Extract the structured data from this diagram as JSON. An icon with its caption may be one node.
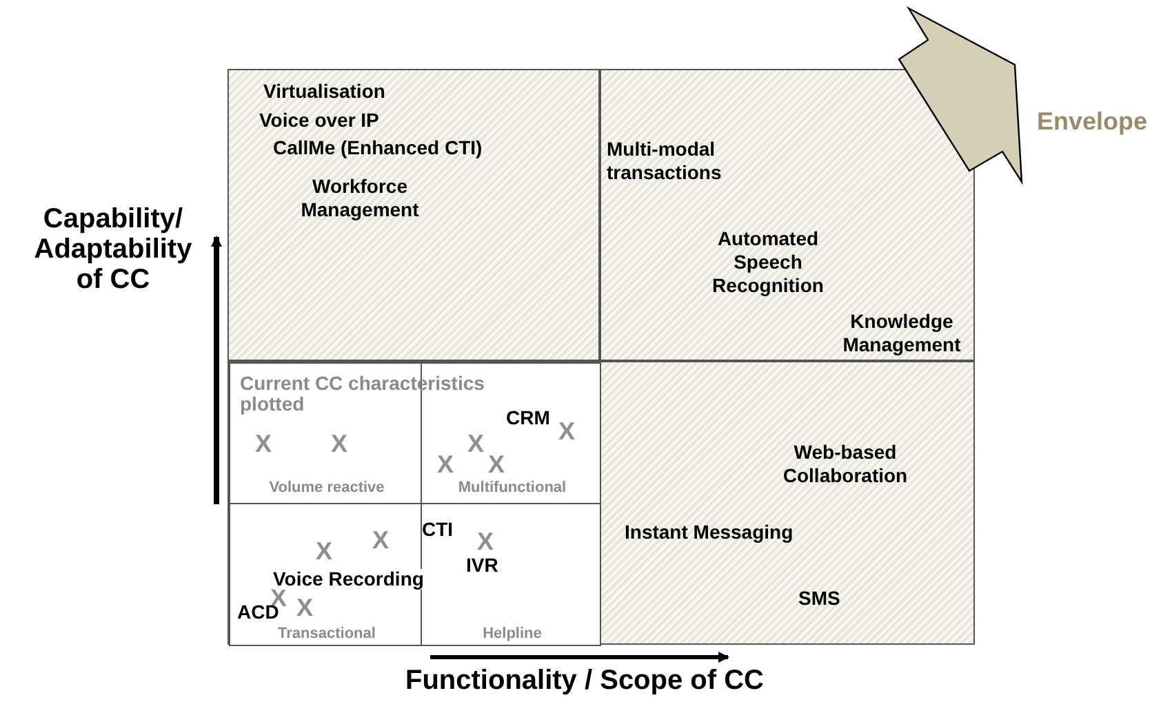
{
  "diagram": {
    "nodes": [
      {
        "text": [
          "Virtualisation",
          "Voice over IP",
          "CallMe (Enhanced CTI)",
          "Workforce Management"
        ]
      },
      {
        "text": [
          "Multi-modal transactions",
          "Automated Speech Recognition",
          "Knowledge Management"
        ]
      },
      {
        "text": [],
        "shape": "box"
      },
      {
        "text": [
          "Volume reactive"
        ],
        "in": 2
      },
      {
        "text": [
          "Multifunctional"
        ],
        "in": 2
      },
      {
        "text": [
          "Transactional"
        ],
        "in": 2
      },
      {
        "text": [
          "Helpline"
        ],
        "in": 2
      },
      {
        "text": [
          "Web-based Collaboration",
          "Instant Messaging",
          "SMS"
        ]
      }
    ],
    "labels": [
      "Envelope",
      "Capability/ Adaptability of CC",
      "Current CC characteristics plotted",
      "CRM",
      "X",
      "X",
      "X",
      "X",
      "X",
      "X",
      "X",
      "X",
      "X",
      "X",
      "X",
      "CTI",
      "IVR",
      "Voice Recording",
      "ACD",
      "Functionality / Scope of CC"
    ]
  }
}
